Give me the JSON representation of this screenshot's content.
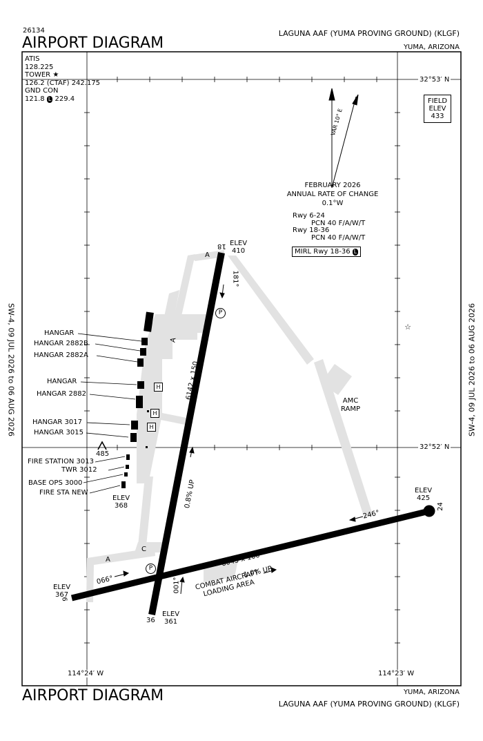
{
  "header": {
    "doc_id": "26134",
    "title": "AIRPORT DIAGRAM",
    "airport": "LAGUNA AAF (YUMA PROVING GROUND)  (KLGF)",
    "location": "YUMA, ARIZONA"
  },
  "footer": {
    "title": "AIRPORT DIAGRAM",
    "location": "YUMA, ARIZONA",
    "airport": "LAGUNA AAF (YUMA PROVING GROUND)  (KLGF)"
  },
  "side_notes": {
    "left": "SW-4,  09 JUL 2026  to  06 AUG 2026",
    "right": "SW-4,  09 JUL 2026  to  06 AUG 2026"
  },
  "frequencies": {
    "atis_label": "ATIS",
    "atis_freq": "128.225",
    "tower_label": "TOWER",
    "tower_freq": "126.2 (CTAF) 242.175",
    "gnd_label": "GND CON",
    "gnd_freq1": "121.8",
    "gnd_freq2": "229.4"
  },
  "field_elev": {
    "line1": "FIELD",
    "line2": "ELEV",
    "value": "433"
  },
  "magnetic": {
    "var_label": "VAR 10° E",
    "date": "FEBRUARY 2026",
    "rate_label": "ANNUAL RATE OF CHANGE",
    "rate": "0.1°W"
  },
  "pcn": {
    "rwy1": "Rwy 6-24",
    "rwy1_pcn": "PCN 40 F/A/W/T",
    "rwy2": "Rwy 18-36",
    "rwy2_pcn": "PCN 40 F/A/W/T"
  },
  "lighting": "MIRL Rwy 18-36",
  "coordinates": {
    "lat_top": "32°53′ N",
    "lat_mid": "32°52′ N",
    "lon_left": "114°24′ W",
    "lon_right": "114°23′ W"
  },
  "runways": {
    "rwy18_num": "18",
    "rwy36_num": "36",
    "rwy6_num": "6",
    "rwy24_num": "24",
    "rwy18_36_dims": "6142 x 150",
    "rwy6_24_dims": "6043 x 100",
    "hdg_181": "181°",
    "hdg_001": "001°",
    "hdg_066": "066°",
    "hdg_246": "246°",
    "slope_18_36": "0.8% UP",
    "slope_6_24": "1.0% UP"
  },
  "elevations": {
    "elev_label": "ELEV",
    "rwy18_elev": "410",
    "rwy36_elev": "361",
    "rwy6_elev": "367",
    "rwy24_elev": "425",
    "apron_elev": "368",
    "obstacle": "485"
  },
  "taxiways": {
    "a": "A",
    "c": "C"
  },
  "buildings": [
    "HANGAR",
    "HANGAR 2882B",
    "HANGAR 2882A",
    "HANGAR",
    "HANGAR 2882",
    "HANGAR 3017",
    "HANGAR 3015",
    "FIRE STATION 3013",
    "TWR 3012",
    "BASE OPS 3000",
    "FIRE STA NEW"
  ],
  "areas": {
    "amc1": "AMC",
    "amc2": "RAMP",
    "combat1": "COMBAT AIRCRAFT",
    "combat2": "LOADING AREA"
  },
  "symbols": {
    "helipad": "H",
    "parking": "P"
  }
}
